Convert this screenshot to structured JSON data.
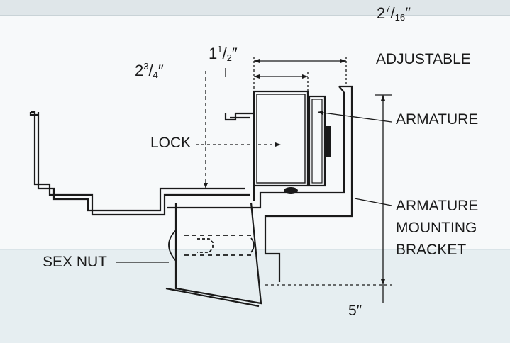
{
  "diagram": {
    "labels": {
      "dim_top_right": {
        "whole": "2",
        "num": "7",
        "den": "16",
        "unit": "″"
      },
      "adjustable": "ADJUSTABLE",
      "dim_center": {
        "whole": "1",
        "num": "1",
        "den": "2",
        "unit": "″"
      },
      "dim_left": {
        "whole": "2",
        "num": "3",
        "den": "4",
        "unit": "″"
      },
      "lock": "LOCK",
      "armature": "ARMATURE",
      "armature_mounting_bracket": [
        "ARMATURE",
        "MOUNTING",
        "BRACKET"
      ],
      "sex_nut": "SEX NUT",
      "dim_bottom": "5″"
    },
    "colors": {
      "ink": "#1a1a1a",
      "background": "#ffffff",
      "faded_table": "#e9eef0",
      "faded_table_bottom": "#e3ecef"
    }
  }
}
